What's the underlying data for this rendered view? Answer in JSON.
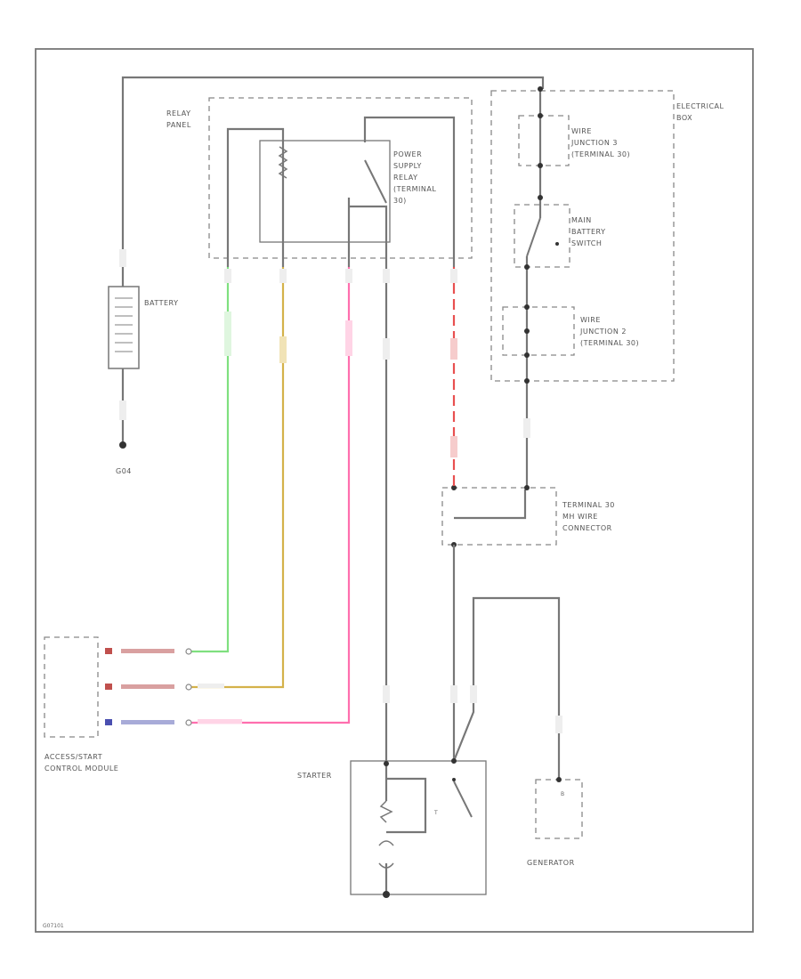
{
  "labels": {
    "relay_panel_1": "RELAY",
    "relay_panel_2": "PANEL",
    "power_relay_1": "POWER",
    "power_relay_2": "SUPPLY",
    "power_relay_3": "RELAY",
    "power_relay_4": "(TERMINAL",
    "power_relay_5": "30)",
    "electrical_box_1": "ELECTRICAL",
    "electrical_box_2": "BOX",
    "wire_junction_a_1": "WIRE",
    "wire_junction_a_2": "JUNCTION 3",
    "wire_junction_a_3": "(TERMINAL 30)",
    "main_switch_1": "MAIN",
    "main_switch_2": "BATTERY",
    "main_switch_3": "SWITCH",
    "wire_junction_b_1": "WIRE",
    "wire_junction_b_2": "JUNCTION 2",
    "wire_junction_b_3": "(TERMINAL 30)",
    "battery": "BATTERY",
    "ground": "G04",
    "terminal30_1": "TERMINAL 30",
    "terminal30_2": "MH WIRE",
    "terminal30_3": "CONNECTOR",
    "accessory_1": "ACCESS/START",
    "accessory_2": "CONTROL MODULE",
    "starter": "STARTER",
    "generator": "GENERATOR",
    "footer_code": "G07101"
  },
  "wire_colors": {
    "green": "#7fe07f",
    "yellow": "#d4b24a",
    "pink": "#ff6fae",
    "red": "#e85050",
    "black": "#777777",
    "connector_red": "#c0504d",
    "connector_blue": "#4a4fb0"
  }
}
